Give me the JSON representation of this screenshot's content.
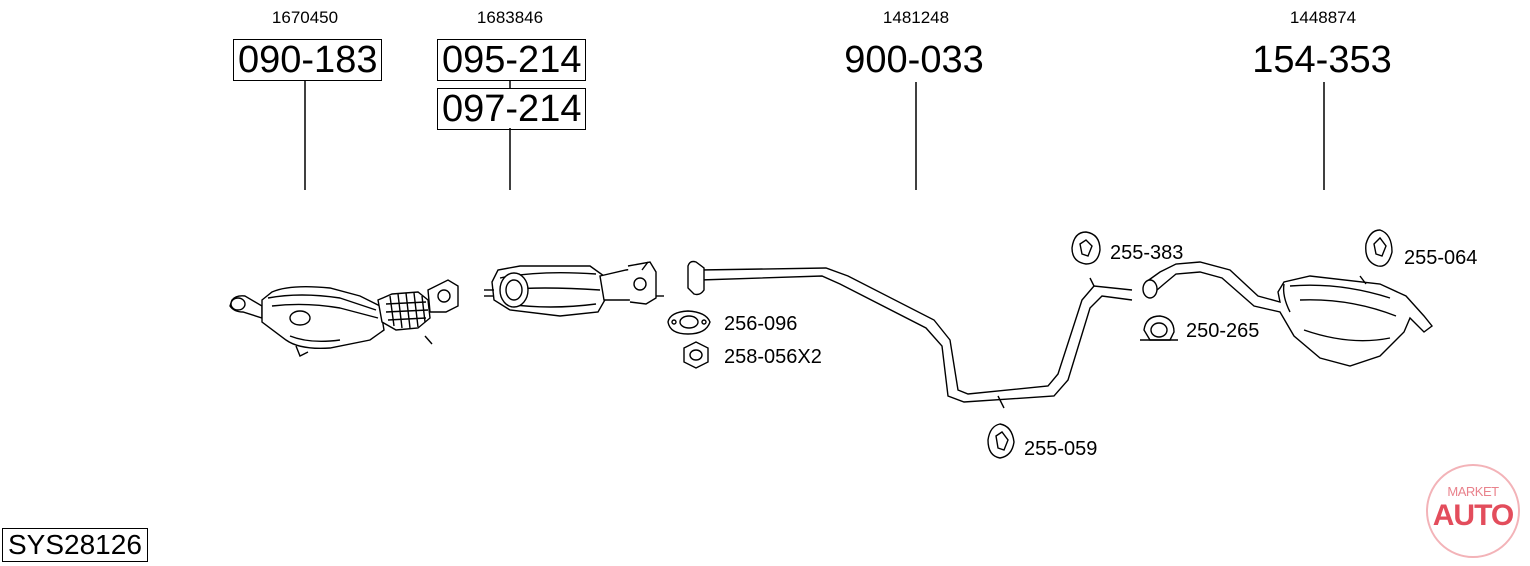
{
  "parts": [
    {
      "oem": "1670450",
      "codes": [
        "090-183"
      ]
    },
    {
      "oem": "1683846",
      "codes": [
        "095-214",
        "097-214"
      ]
    },
    {
      "oem": "1481248",
      "codes": [
        "900-033"
      ]
    },
    {
      "oem": "1448874",
      "codes": [
        "154-353"
      ]
    }
  ],
  "accessories": {
    "gasket": "256-096",
    "nut": "258-056X2",
    "hanger_a": "255-383",
    "hanger_b": "255-064",
    "clamp": "250-265",
    "hanger_c": "255-059"
  },
  "system_code": "SYS28126",
  "watermark": {
    "line1": "MARKET",
    "line2": "AUTO"
  },
  "colors": {
    "line": "#000000",
    "watermark": "#e34d5c"
  }
}
